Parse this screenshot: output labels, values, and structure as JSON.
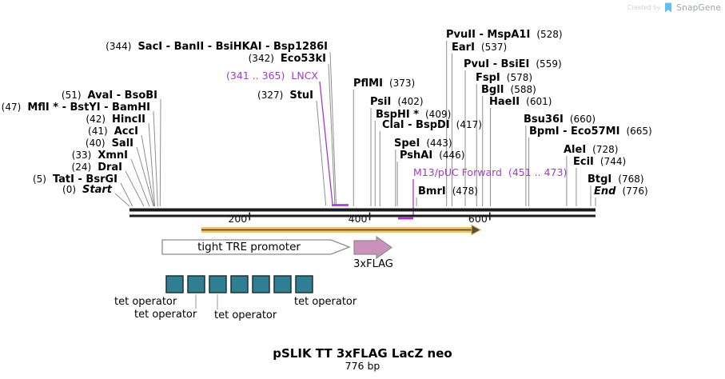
{
  "watermark": {
    "prefix": "Created by",
    "brand": "SnapGene"
  },
  "title": {
    "name": "pSLIK TT 3xFLAG LacZ neo",
    "length": "776 bp"
  },
  "map": {
    "length_bp": 776,
    "ruler_ticks": [
      200,
      400,
      600
    ],
    "sites_upstream": [
      {
        "pos": "(51)",
        "name": "AvaI - BsoBI",
        "bp": 51
      },
      {
        "pos": "(47)",
        "name": "MflI * - BstYI - BamHI",
        "bp": 47
      },
      {
        "pos": "(42)",
        "name": "HincII",
        "bp": 42
      },
      {
        "pos": "(41)",
        "name": "AccI",
        "bp": 41
      },
      {
        "pos": "(40)",
        "name": "SalI",
        "bp": 40
      },
      {
        "pos": "(33)",
        "name": "XmnI",
        "bp": 33
      },
      {
        "pos": "(24)",
        "name": "DraI",
        "bp": 24
      },
      {
        "pos": "(5)",
        "name": "TatI - BsrGI",
        "bp": 5
      },
      {
        "pos": "(0)",
        "name": "Start",
        "bp": 0,
        "italic": true
      }
    ],
    "sites_mid_left": [
      {
        "pos": "(344)",
        "name": "SacI - BanII - BsiHKAI - Bsp1286I",
        "bp": 344
      },
      {
        "pos": "(342)",
        "name": "Eco53kI",
        "bp": 342
      },
      {
        "pos": "(341 .. 365)",
        "name": "LNCX",
        "purple": true,
        "range": [
          341,
          365
        ]
      },
      {
        "pos": "(327)",
        "name": "StuI",
        "bp": 327
      }
    ],
    "sites_mid_right": [
      {
        "name": "PflMI",
        "pos": "(373)",
        "bp": 373
      },
      {
        "name": "PsiI",
        "pos": "(402)",
        "bp": 402
      },
      {
        "name": "BspHI *",
        "pos": "(409)",
        "bp": 409
      },
      {
        "name": "ClaI - BspDI",
        "pos": "(417)",
        "bp": 417
      },
      {
        "name": "SpeI",
        "pos": "(443)",
        "bp": 443
      },
      {
        "name": "PshAI",
        "pos": "(446)",
        "bp": 446
      },
      {
        "name": "M13/pUC Forward",
        "pos": "(451 .. 473)",
        "purple": true,
        "range": [
          451,
          473
        ]
      },
      {
        "name": "BmrI",
        "pos": "(478)",
        "bp": 478
      }
    ],
    "sites_downstream": [
      {
        "name": "PvuII - MspA1I",
        "pos": "(528)",
        "bp": 528
      },
      {
        "name": "EarI",
        "pos": "(537)",
        "bp": 537
      },
      {
        "name": "PvuI - BsiEI",
        "pos": "(559)",
        "bp": 559
      },
      {
        "name": "FspI",
        "pos": "(578)",
        "bp": 578
      },
      {
        "name": "BglI",
        "pos": "(588)",
        "bp": 588
      },
      {
        "name": "HaeII",
        "pos": "(601)",
        "bp": 601
      },
      {
        "name": "Bsu36I",
        "pos": "(660)",
        "bp": 660
      },
      {
        "name": "BpmI - Eco57MI",
        "pos": "(665)",
        "bp": 665
      },
      {
        "name": "AleI",
        "pos": "(728)",
        "bp": 728
      },
      {
        "name": "EciI",
        "pos": "(744)",
        "bp": 744
      },
      {
        "name": "BtgI",
        "pos": "(768)",
        "bp": 768
      },
      {
        "name": "End",
        "pos": "(776)",
        "bp": 776,
        "italic": true
      }
    ]
  },
  "features": {
    "tre_promoter": {
      "label": "tight TRE promoter"
    },
    "flag_tag": {
      "label": "3xFLAG"
    },
    "tet_operator": {
      "label": "tet operator",
      "square_count": 7,
      "label_count": 4
    }
  },
  "colors": {
    "purple": "#a23bc8",
    "teal": "#2f7e92",
    "teal_border": "#1d333b",
    "pink": "#c991bc",
    "orange": "#f2c468",
    "bar": "#1b1b1b",
    "connector": "#8f8f8f"
  }
}
